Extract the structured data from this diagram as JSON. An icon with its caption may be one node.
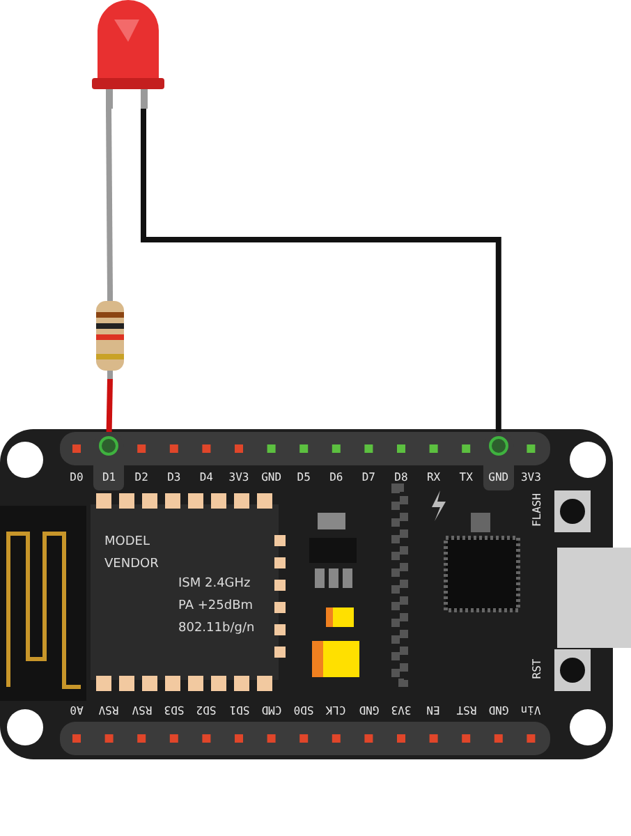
{
  "diagram": {
    "nodes": [
      {
        "text": [],
        "shape": "picture"
      },
      {
        "text": [],
        "shape": "picture"
      },
      {
        "text": [],
        "shape": "picture"
      },
      {
        "text": [
          "D1"
        ],
        "in": 2
      },
      {
        "text": [
          "GND"
        ],
        "in": 2
      }
    ],
    "edges": [
      {
        "from": 0,
        "to": 1,
        "arrow": "none",
        "color": "#9a9a9a"
      },
      {
        "from": 1,
        "to": 3,
        "arrow": "none",
        "color": "#cc1010"
      },
      {
        "from": 0,
        "to": 4,
        "arrow": "none",
        "color": "#111111"
      }
    ],
    "labels": [
      "D0",
      "D2",
      "D3",
      "D4",
      "3V3",
      "GND",
      "D5",
      "D6",
      "D7",
      "D8",
      "RX",
      "TX",
      "3V3",
      "MODEL",
      "VENDOR",
      "ISM 2.4GHz",
      "PA +25dBm",
      "802.11b/g/n",
      "FLASH",
      "RST",
      "A0",
      "RSV",
      "RSV",
      "SD3",
      "SD2",
      "SD1",
      "CMD",
      "SD0",
      "CLK",
      "GND",
      "3V3",
      "EN",
      "RST",
      "GND",
      "Vin"
    ]
  }
}
